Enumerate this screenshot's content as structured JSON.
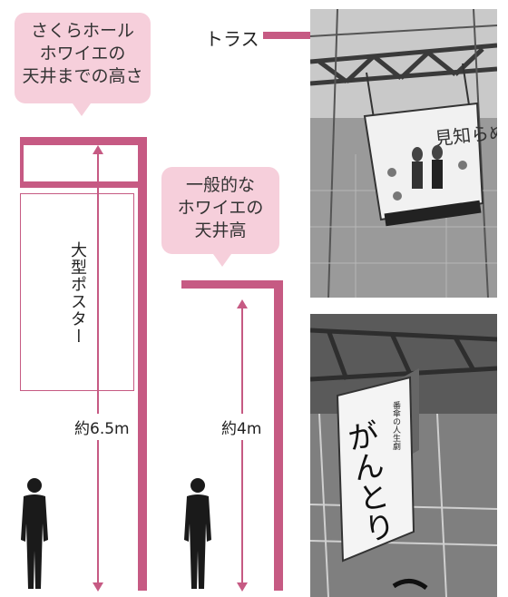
{
  "labels": {
    "sakura_bubble_line1": "さくらホール",
    "sakura_bubble_line2": "ホワイエの",
    "sakura_bubble_line3": "天井までの高さ",
    "general_bubble_line1": "一般的な",
    "general_bubble_line2": "ホワイエの",
    "general_bubble_line3": "天井高",
    "truss": "トラス",
    "poster": "大型ポスター",
    "height_sakura": "約6.5m",
    "height_general": "約4m",
    "photo1_poster_title": "見知らぬ",
    "photo2_banner_title": "がんとり",
    "photo2_banner_sub": "番傘の人生劇"
  },
  "colors": {
    "accent": "#c65a83",
    "bubble": "#f6cfdb",
    "silhouette": "#1a1a1a"
  }
}
